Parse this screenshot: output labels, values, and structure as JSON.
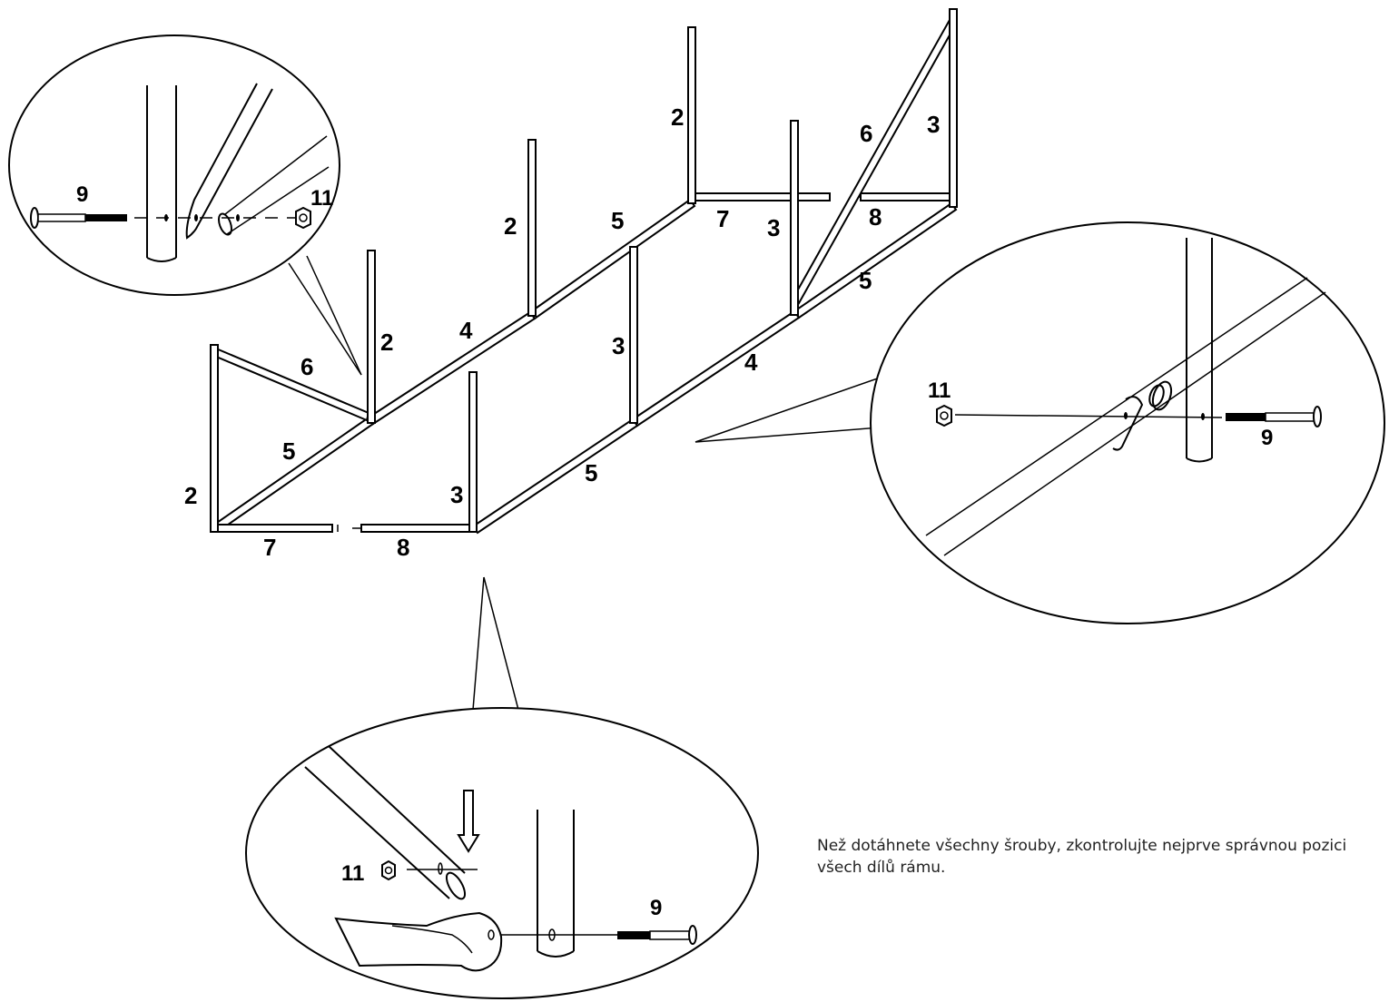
{
  "labels": {
    "post_left_back": "2",
    "post_mid_back": "2",
    "post_far_back": "2",
    "post_front_left": "2",
    "post_front_mid": "3",
    "post_front_right": "3",
    "post_center": "3",
    "post_far_right": "3",
    "brace_left": "6",
    "brace_right": "6",
    "rail_back_left": "5",
    "rail_back_mid": "4",
    "rail_back_right": "5",
    "rail_front_left": "5",
    "rail_front_mid": "4",
    "rail_front_right": "5",
    "cross_bottom_left": "7",
    "cross_bottom_right": "8",
    "cross_top_left": "7",
    "cross_top_right": "8"
  },
  "detail_labels": {
    "bolt": "9",
    "nut": "11"
  },
  "note": {
    "line1": "Než dotáhnete všechny šrouby, zkontrolujte nejprve správnou pozici",
    "line2": "všech dílů rámu."
  }
}
